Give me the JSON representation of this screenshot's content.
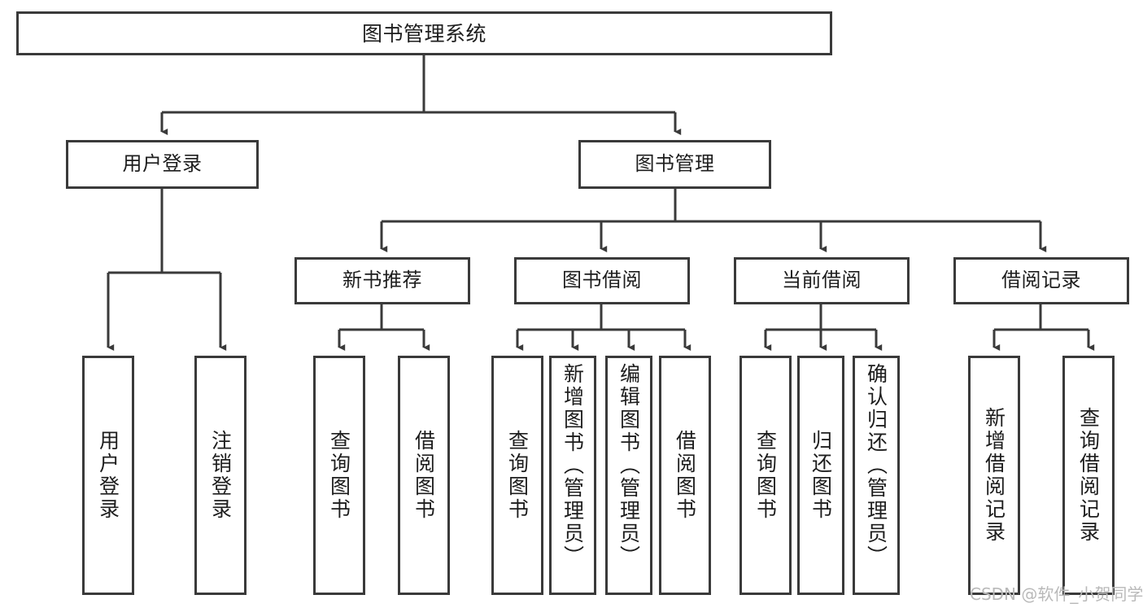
{
  "diagram": {
    "title": "图书管理系统",
    "type": "tree-hierarchy-chart",
    "colors": {
      "stroke": "#3a3a3a",
      "fill": "#ffffff",
      "text": "#1d1d1d",
      "watermark": "#b9b9b9"
    },
    "root": {
      "label": "图书管理系统"
    },
    "level2": [
      {
        "label": "用户登录"
      },
      {
        "label": "图书管理"
      }
    ],
    "level3": [
      {
        "label": "新书推荐"
      },
      {
        "label": "图书借阅"
      },
      {
        "label": "当前借阅"
      },
      {
        "label": "借阅记录"
      }
    ],
    "leaves": {
      "user_login": [
        {
          "label": "用户登录"
        },
        {
          "label": "注销登录"
        }
      ],
      "new_book_recommend": [
        {
          "label": "查询图书"
        },
        {
          "label": "借阅图书"
        }
      ],
      "book_borrow": [
        {
          "label": "查询图书"
        },
        {
          "label": "新增图书（管理员）"
        },
        {
          "label": "编辑图书（管理员）"
        },
        {
          "label": "借阅图书"
        }
      ],
      "current_borrow": [
        {
          "label": "查询图书"
        },
        {
          "label": "归还图书"
        },
        {
          "label": "确认归还（管理员）"
        }
      ],
      "borrow_record": [
        {
          "label": "新增借阅记录"
        },
        {
          "label": "查询借阅记录"
        }
      ]
    }
  },
  "watermark": {
    "text": "CSDN @软件_小贺同学"
  }
}
